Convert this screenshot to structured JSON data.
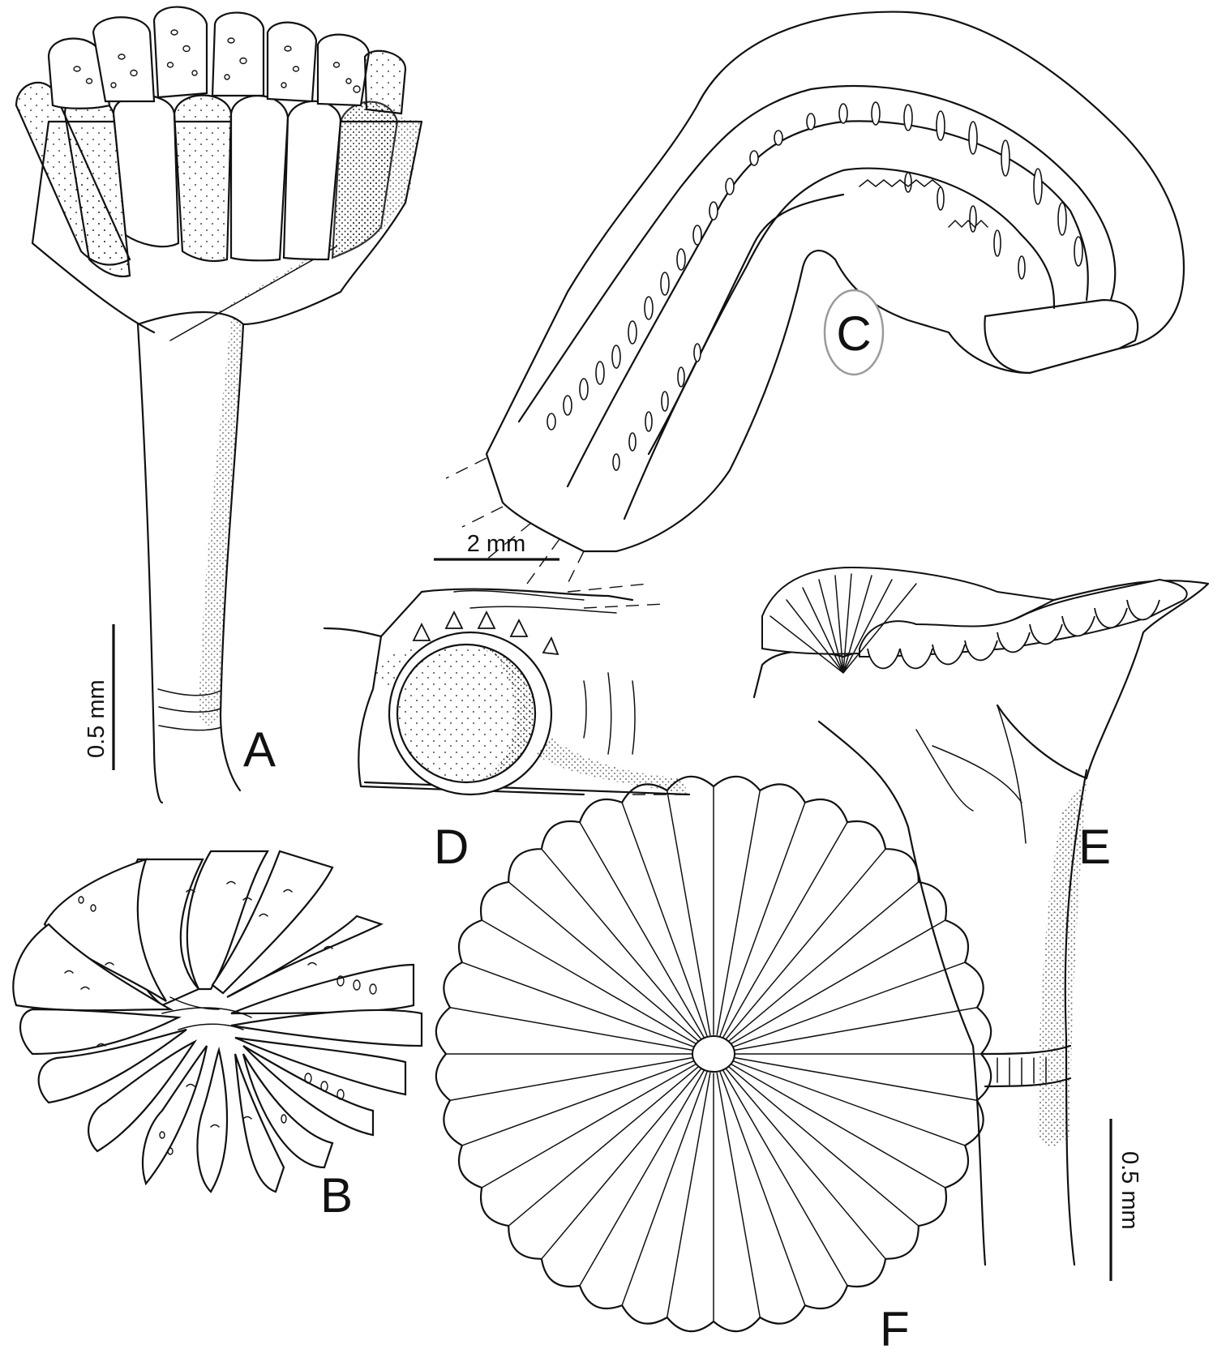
{
  "figure": {
    "panels": [
      {
        "id": "a",
        "label": "A",
        "scale_label": "0.5 mm"
      },
      {
        "id": "b",
        "label": "B"
      },
      {
        "id": "c",
        "label": "C",
        "scale_label": "2 mm"
      },
      {
        "id": "d",
        "label": "D"
      },
      {
        "id": "e",
        "label": "E",
        "scale_label": "0.5 mm"
      },
      {
        "id": "f",
        "label": "F"
      }
    ]
  },
  "colors": {
    "ink": "#111111",
    "background": "#ffffff",
    "highlight_ring": "#9a9a9a"
  },
  "icons": {
    "panel-c": "highlighted-circle-label",
    "stipple": "dot-shading"
  }
}
